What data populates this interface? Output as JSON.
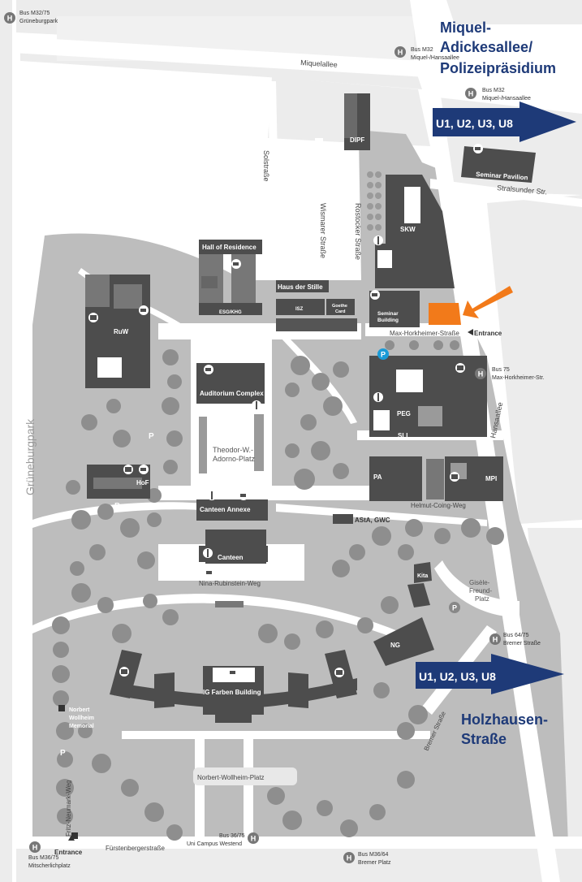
{
  "stations": {
    "miquel": [
      "Miquel-",
      "Adickesallee/",
      "Polizeipräsidium"
    ],
    "holzhausen": [
      "Holzhausen-",
      "Straße"
    ]
  },
  "subway": {
    "top": "U1, U2, U3, U8",
    "bottom": "U1, U2, U3, U8"
  },
  "bus_stops": {
    "m32_grueneburg": [
      "Bus M32/75",
      "Grüneburgpark"
    ],
    "m32_miquel": [
      "Bus M32",
      "Miquel-/Hansaallee"
    ],
    "m32_miquel2": [
      "Bus M32",
      "Miquel-/Hansaallee"
    ],
    "b75_horkheimer": [
      "Bus 75",
      "Max-Horkheimer-Str."
    ],
    "b64_bremer": [
      "Bus 64/75",
      "Bremer Straße"
    ],
    "b36_west": [
      "Bus 36/75",
      "Uni Campus Westend"
    ],
    "m36_mitscherlich": [
      "Bus M36/75",
      "Mitscherlichplatz"
    ],
    "m36_bremer": [
      "Bus M36/64",
      "Bremer Platz"
    ]
  },
  "streets": {
    "miquelallee": "Miquelallee",
    "solstrasse": "Solstraße",
    "wismarer": "Wismarer Straße",
    "rostocker": "Rostocker Straße",
    "stralsunder": "Stralsunder Str.",
    "horkheimer": "Max-Horkheimer-Straße",
    "hansaallee": "Hansaallee",
    "coing": "Helmut-Coing-Weg",
    "rubinstein": "Nina-Rubinstein-Weg",
    "bremer": "Bremer Straße",
    "neumark": "Fritz-Neumark-Weg",
    "fuerstenberger": "Fürstenbergerstraße",
    "wollheim_platz": "Norbert-Wollheim-Platz",
    "grueneburgpark": "Grüneburgpark",
    "adorno": [
      "Theodor-W.-",
      "Adorno-Platz"
    ],
    "giseles": [
      "Gisèle-",
      "Freund-",
      "Platz"
    ]
  },
  "buildings": {
    "dipf": "DIPF",
    "seminar_pavilion": "Seminar Pavilion",
    "skw": "SKW",
    "hall": "Hall of Residence",
    "esg": "ESG/KHG",
    "haus_stille": "Haus der Stille",
    "isz": "ISZ",
    "goethe_card": [
      "Goethe",
      "Card"
    ],
    "seminar_building": [
      "Seminar",
      "Building"
    ],
    "ruw": "RuW",
    "auditorium": "Auditorium Complex",
    "peg": "PEG",
    "sli": "SLI",
    "hof": "HoF",
    "pa": "PA",
    "mpi": "MPI",
    "canteen_annexe": "Canteen Annexe",
    "asta": "AStA, GWC",
    "canteen": "Canteen",
    "kita": "Kita",
    "ng": "NG",
    "ig_farben": "IG Farben Building",
    "wollheim_memorial": [
      "Norbert",
      "Wollheim",
      "Memorial"
    ]
  },
  "entrances": {
    "east": "Entrance",
    "southwest": "Entrance"
  },
  "icons": {
    "bus_stop": "H",
    "parking": "P",
    "parking_blue": "P"
  },
  "colors": {
    "building": "#4d4d4d",
    "building_light": "#9a9a9a",
    "campus_ground": "#bdbdbd",
    "path": "#ffffff",
    "tree": "#8e8e8e",
    "brand_blue": "#1e3a78",
    "arrow_blue": "#1e3a78",
    "highlight_orange": "#f27a1a",
    "parking_blue": "#1a9bd7"
  }
}
